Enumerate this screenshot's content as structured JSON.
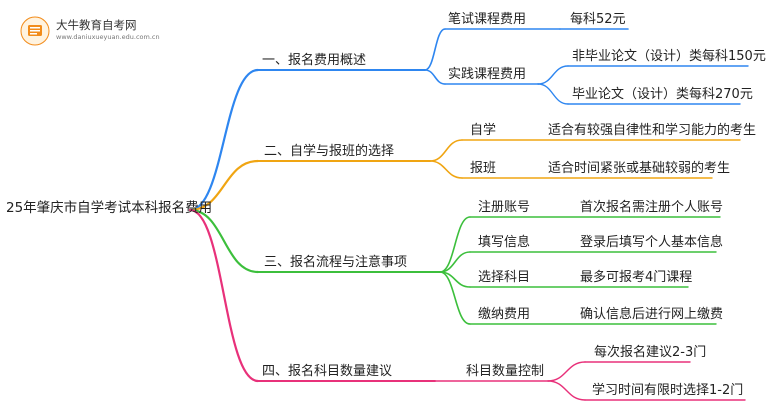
{
  "watermark": {
    "title": "大牛教育自考网",
    "url": "www.daniuxueyuan.edu.com.cn",
    "icon": "book-logo-icon"
  },
  "root": "25年肇庆市自学考试本科报名费用",
  "branches": [
    {
      "id": "b1",
      "label": "一、报名费用概述",
      "color": "#2e86f0",
      "children": [
        {
          "label": "笔试课程费用",
          "children": [
            "每科52元"
          ]
        },
        {
          "label": "实践课程费用",
          "children": [
            "非毕业论文（设计）类每科150元",
            "毕业论文（设计）类每科270元"
          ]
        }
      ]
    },
    {
      "id": "b2",
      "label": "二、自学与报班的选择",
      "color": "#f0a512",
      "children": [
        {
          "label": "自学",
          "children": [
            "适合有较强自律性和学习能力的考生"
          ]
        },
        {
          "label": "报班",
          "children": [
            "适合时间紧张或基础较弱的考生"
          ]
        }
      ]
    },
    {
      "id": "b3",
      "label": "三、报名流程与注意事项",
      "color": "#3cbf3c",
      "children": [
        {
          "label": "注册账号",
          "children": [
            "首次报名需注册个人账号"
          ]
        },
        {
          "label": "填写信息",
          "children": [
            "登录后填写个人基本信息"
          ]
        },
        {
          "label": "选择科目",
          "children": [
            "最多可报考4门课程"
          ]
        },
        {
          "label": "缴纳费用",
          "children": [
            "确认信息后进行网上缴费"
          ]
        }
      ]
    },
    {
      "id": "b4",
      "label": "四、报名科目数量建议",
      "color": "#e8317a",
      "children": [
        {
          "label": "科目数量控制",
          "children": [
            "每次报名建议2-3门",
            "学习时间有限时选择1-2门"
          ]
        }
      ]
    }
  ]
}
